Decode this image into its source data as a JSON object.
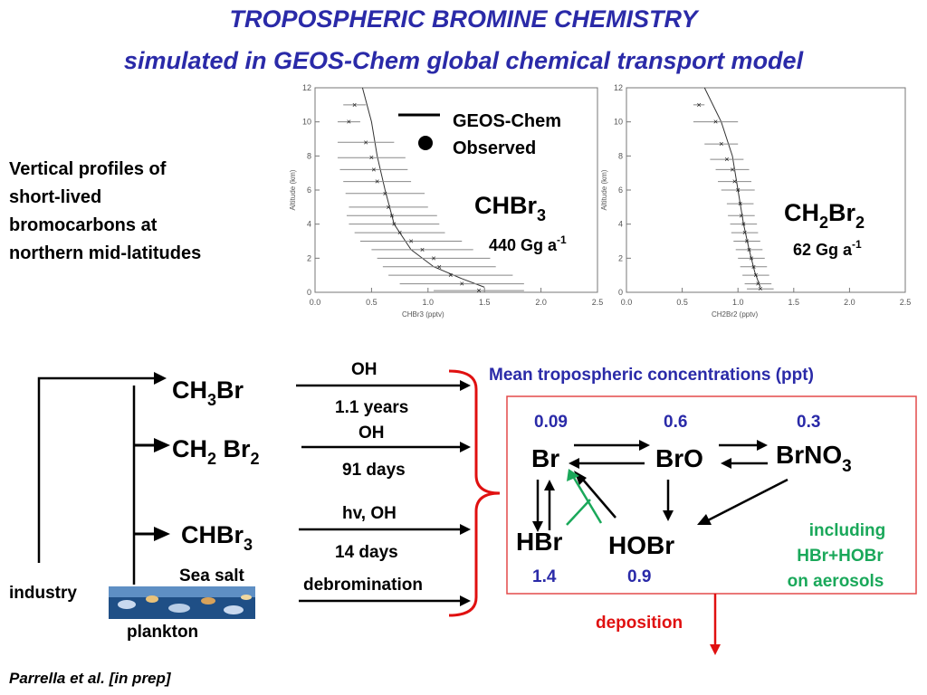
{
  "title": {
    "line1": "TROPOSPHERIC BROMINE CHEMISTRY",
    "line2": "simulated in GEOS-Chem global chemical transport model"
  },
  "side_text": [
    "Vertical profiles of",
    "short-lived",
    "bromocarbons at",
    "northern mid-latitudes"
  ],
  "legend": {
    "model": "GEOS-Chem",
    "observed": "Observed"
  },
  "species_labels": {
    "chbr3_main": "CHBr",
    "chbr3_sub": "3",
    "chbr3_emission": "440 Gg a",
    "ch2br2_main_a": "CH",
    "ch2br2_sub_a": "2",
    "ch2br2_main_b": "Br",
    "ch2br2_sub_b": "2",
    "ch2br2_emission": "62 Gg a",
    "emission_exp": "-1"
  },
  "chart_data": [
    {
      "type": "scatter",
      "xlabel": "CHBr3 (pptv)",
      "ylabel": "Altitude (km)",
      "xlim": [
        0,
        2.5
      ],
      "ylim": [
        0,
        12
      ],
      "xticks": [
        "0.0",
        "0.5",
        "1.0",
        "1.5",
        "2.0",
        "2.5"
      ],
      "yticks": [
        "0",
        "2",
        "4",
        "6",
        "8",
        "10",
        "12"
      ],
      "observed": [
        {
          "x": 0.35,
          "y": 11.0,
          "err": 0.1
        },
        {
          "x": 0.3,
          "y": 10.0,
          "err": 0.1
        },
        {
          "x": 0.45,
          "y": 8.8,
          "err": 0.25
        },
        {
          "x": 0.5,
          "y": 7.9,
          "err": 0.3
        },
        {
          "x": 0.52,
          "y": 7.2,
          "err": 0.3
        },
        {
          "x": 0.55,
          "y": 6.5,
          "err": 0.3
        },
        {
          "x": 0.62,
          "y": 5.8,
          "err": 0.35
        },
        {
          "x": 0.65,
          "y": 5.0,
          "err": 0.35
        },
        {
          "x": 0.68,
          "y": 4.5,
          "err": 0.4
        },
        {
          "x": 0.7,
          "y": 4.0,
          "err": 0.4
        },
        {
          "x": 0.75,
          "y": 3.5,
          "err": 0.4
        },
        {
          "x": 0.85,
          "y": 3.0,
          "err": 0.45
        },
        {
          "x": 0.95,
          "y": 2.5,
          "err": 0.45
        },
        {
          "x": 1.05,
          "y": 2.0,
          "err": 0.5
        },
        {
          "x": 1.1,
          "y": 1.5,
          "err": 0.5
        },
        {
          "x": 1.2,
          "y": 1.0,
          "err": 0.55
        },
        {
          "x": 1.3,
          "y": 0.5,
          "err": 0.55
        },
        {
          "x": 1.45,
          "y": 0.1,
          "err": 0.4
        }
      ],
      "model": [
        {
          "x": 0.42,
          "y": 12.0
        },
        {
          "x": 0.5,
          "y": 10.0
        },
        {
          "x": 0.55,
          "y": 8.0
        },
        {
          "x": 0.62,
          "y": 6.0
        },
        {
          "x": 0.7,
          "y": 4.0
        },
        {
          "x": 0.85,
          "y": 2.5
        },
        {
          "x": 1.05,
          "y": 1.5
        },
        {
          "x": 1.3,
          "y": 0.8
        },
        {
          "x": 1.5,
          "y": 0.3
        }
      ]
    },
    {
      "type": "scatter",
      "xlabel": "CH2Br2 (pptv)",
      "ylabel": "Altitude (km)",
      "xlim": [
        0,
        2.5
      ],
      "ylim": [
        0,
        12
      ],
      "xticks": [
        "0.0",
        "0.5",
        "1.0",
        "1.5",
        "2.0",
        "2.5"
      ],
      "yticks": [
        "0",
        "2",
        "4",
        "6",
        "8",
        "10",
        "12"
      ],
      "observed": [
        {
          "x": 0.65,
          "y": 11.0,
          "err": 0.05
        },
        {
          "x": 0.8,
          "y": 10.0,
          "err": 0.2
        },
        {
          "x": 0.85,
          "y": 8.7,
          "err": 0.15
        },
        {
          "x": 0.9,
          "y": 7.8,
          "err": 0.15
        },
        {
          "x": 0.95,
          "y": 7.2,
          "err": 0.15
        },
        {
          "x": 0.97,
          "y": 6.5,
          "err": 0.15
        },
        {
          "x": 1.0,
          "y": 6.0,
          "err": 0.15
        },
        {
          "x": 1.02,
          "y": 5.2,
          "err": 0.12
        },
        {
          "x": 1.03,
          "y": 4.5,
          "err": 0.12
        },
        {
          "x": 1.05,
          "y": 4.0,
          "err": 0.12
        },
        {
          "x": 1.06,
          "y": 3.5,
          "err": 0.12
        },
        {
          "x": 1.08,
          "y": 3.0,
          "err": 0.12
        },
        {
          "x": 1.1,
          "y": 2.5,
          "err": 0.12
        },
        {
          "x": 1.12,
          "y": 2.0,
          "err": 0.12
        },
        {
          "x": 1.14,
          "y": 1.5,
          "err": 0.12
        },
        {
          "x": 1.16,
          "y": 1.0,
          "err": 0.12
        },
        {
          "x": 1.18,
          "y": 0.5,
          "err": 0.12
        },
        {
          "x": 1.2,
          "y": 0.2,
          "err": 0.12
        }
      ],
      "model": [
        {
          "x": 0.7,
          "y": 12.0
        },
        {
          "x": 0.85,
          "y": 10.0
        },
        {
          "x": 0.95,
          "y": 8.0
        },
        {
          "x": 1.0,
          "y": 6.0
        },
        {
          "x": 1.05,
          "y": 4.0
        },
        {
          "x": 1.1,
          "y": 2.5
        },
        {
          "x": 1.15,
          "y": 1.2
        },
        {
          "x": 1.2,
          "y": 0.3
        }
      ]
    }
  ],
  "pathways": {
    "ch3br": {
      "main": "CH",
      "sub": "3",
      "rest": "Br",
      "oxidant": "OH",
      "lifetime": "1.1 years"
    },
    "ch2br2": {
      "main": "CH",
      "sub1": "2",
      "mid": " Br",
      "sub2": "2",
      "oxidant": "OH",
      "lifetime": "91 days"
    },
    "chbr3": {
      "main": "CHBr",
      "sub": "3",
      "oxidant": "hv, OH",
      "lifetime": "14 days"
    },
    "sea_salt": "Sea salt",
    "debromination": "debromination",
    "industry": "industry",
    "plankton": "plankton"
  },
  "box": {
    "header": "Mean tropospheric concentrations (ppt)",
    "br": {
      "label": "Br",
      "value": "0.09"
    },
    "bro": {
      "label": "BrO",
      "value": "0.6"
    },
    "brno3": {
      "label": "BrNO",
      "sub": "3",
      "value": "0.3"
    },
    "hbr": {
      "label": "HBr",
      "value": "1.4"
    },
    "hobr": {
      "label": "HOBr",
      "value": "0.9"
    },
    "aerosol_note": [
      "including",
      "HBr+HOBr",
      "on aerosols"
    ],
    "deposition": "deposition"
  },
  "citation": "Parrella et al. [in prep]",
  "colors": {
    "title": "#2a2aa8",
    "value_blue": "#2a2aa8",
    "green": "#1aa85a",
    "red": "#e01010",
    "box_border": "#e34a4a",
    "plot_line": "#555555"
  }
}
